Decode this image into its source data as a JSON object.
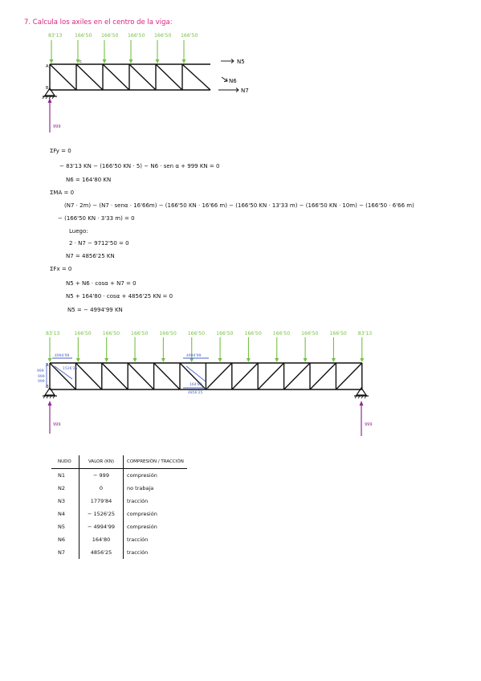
{
  "title": "7. Calcula los axiles en el centro de la viga:",
  "truss1": {
    "loads": [
      "83'13",
      "166'50",
      "166'50",
      "166'50",
      "166'50",
      "166'50"
    ],
    "reaction": "999",
    "node_labels": {
      "a": "A",
      "b": "B",
      "c": "c"
    },
    "forces": [
      "N5",
      "N6",
      "N7"
    ]
  },
  "equations": [
    "ΣFy = 0",
    "− 83'13 KN − (166'50 KN · 5) − N6 · sen α + 999 KN = 0",
    "N6 = 164'80 KN",
    "ΣMA = 0",
    "(N7 · 2m)  − (N7 · senα · 16'66m) − (166'50 KN · 16'66 m) − (166'50 KN · 13'33 m) − (166'50 KN · 10m) − (166'50 · 6'66 m)",
    "− (166'50 KN · 3'33 m) = 0",
    "Luego:",
    "2 · N7 − 9712'50 = 0",
    "N7 = 4856'25 KN",
    "ΣFx = 0",
    "N5 + N6 · cosα + N7 = 0",
    "N5 + 164'80 · cosα + 4856'25 KN = 0",
    "N5 = − 4994'99 KN"
  ],
  "truss2": {
    "loads": [
      "83'13",
      "166'50",
      "166'50",
      "166'50",
      "166'50",
      "166'50",
      "166'50",
      "166'50",
      "166'50",
      "166'50",
      "166'50",
      "83'13"
    ],
    "reactions": [
      "999",
      "999"
    ],
    "annotations": {
      "top_left": "4994'99",
      "diag_left": "1526'25",
      "vert_left1": "999",
      "vert_left2": "999",
      "vert_left3": "999",
      "mid_top": "4994'99",
      "mid_diag": "164'80",
      "mid_bottom": "4856'25"
    },
    "node_labels": {
      "a": "A",
      "b": "B"
    }
  },
  "table": {
    "headers": [
      "NUDO",
      "VALOR (KN)",
      "COMPRESIÓN / TRACCIÓN"
    ],
    "rows": [
      [
        "N1",
        "− 999",
        "compresión"
      ],
      [
        "N2",
        "0",
        "no trabaja"
      ],
      [
        "N3",
        "1779'84",
        "tracción"
      ],
      [
        "N4",
        "− 1526'25",
        "compresión"
      ],
      [
        "N5",
        "− 4994'99",
        "compresión"
      ],
      [
        "N6",
        "164'80",
        "tracción"
      ],
      [
        "N7",
        "4856'25",
        "tracción"
      ]
    ]
  },
  "colors": {
    "title": "#d6247c",
    "loads": "#76c043",
    "reaction": "#8e2d91",
    "annotation": "#4a63c8",
    "ink": "#111111"
  }
}
